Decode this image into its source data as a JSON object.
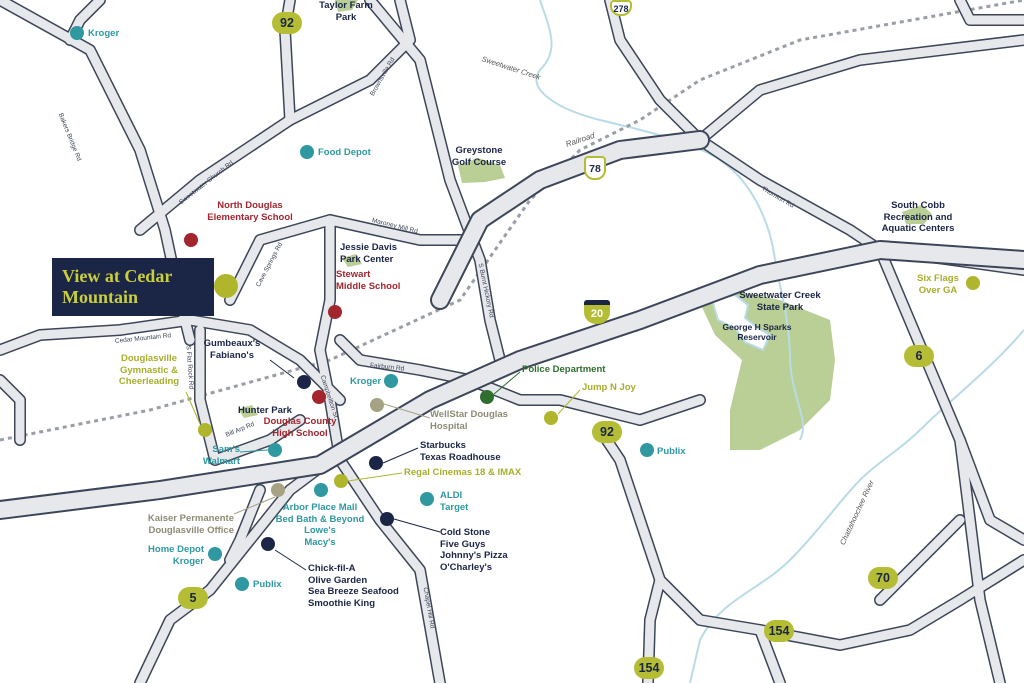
{
  "brand_colors": {
    "navy": "#1b2545",
    "teal": "#2f98a0",
    "red": "#a3262e",
    "lime": "#afb62c",
    "park": "#b9cf95",
    "water": "#b9dbe6"
  },
  "hero": {
    "line1": "View at Cedar",
    "line2": "Mountain"
  },
  "highways": {
    "i20": "20",
    "us78": "78",
    "us278": "278",
    "h92_top": "92",
    "h92_mid": "92",
    "h6": "6",
    "h5": "5",
    "h70": "70",
    "h154_a": "154",
    "h154_b": "154"
  },
  "roads": {
    "bakers_bridge": "Bakers Bridge Rd",
    "sweetwater_church": "Sweetwater Church Rd",
    "brownsville": "Brownsville Rd",
    "cave_springs": "Cave Springs Rd",
    "maroney_mill": "Maroney Mill Rd",
    "cedar_mountain": "Cedar Mountain Rd",
    "flat_rock": "S Flat Rock Rd",
    "bill_arp": "Bill Arp Rd",
    "campbellton": "Campbellton St",
    "fairburn": "Fairburn Rd",
    "s_burnt_hickory": "S Burnt Hickory Rd",
    "thornton": "Thornton Rd",
    "chapel_hill": "Chapel Hill Rd",
    "railroad": "Railroad",
    "sweetwater_creek": "Sweetwater Creek",
    "chattahoochee": "Chattahoochee River"
  },
  "places": {
    "kroger_nw": "Kroger",
    "taylor_farm": [
      "Taylor Farm",
      "Park"
    ],
    "food_depot": "Food Depot",
    "greystone": [
      "Greystone",
      "Golf Course"
    ],
    "north_douglas": [
      "North Douglas",
      "Elementary School"
    ],
    "jessie_davis": [
      "Jessie Davis",
      "Park Center"
    ],
    "stewart": [
      "Stewart",
      "Middle School"
    ],
    "south_cobb": [
      "South Cobb",
      "Recreation and",
      "Aquatic Centers"
    ],
    "six_flags": [
      "Six Flags",
      "Over GA"
    ],
    "sweetwater_park": [
      "Sweetwater Creek",
      "State Park"
    ],
    "sparks": [
      "George H Sparks",
      "Reservoir"
    ],
    "gumbeaux": [
      "Gumbeaux's",
      "Fabiano's"
    ],
    "gymnastic": [
      "Douglasville",
      "Gymnastic &",
      "Cheerleading"
    ],
    "kroger_c": "Kroger",
    "police": "Police Department",
    "jump": "Jump N Joy",
    "hunter": "Hunter Park",
    "douglas_county": [
      "Douglas County",
      "High School"
    ],
    "wellstar": [
      "WellStar Douglas",
      "Hospital"
    ],
    "sams": [
      "Sam's",
      "Walmart"
    ],
    "starbucks": [
      "Starbucks",
      "Texas Roadhouse"
    ],
    "publix_e": "Publix",
    "regal": "Regal Cinemas 18 & IMAX",
    "kaiser": [
      "Kaiser Permanente",
      "Douglasville Office"
    ],
    "arbor": [
      "Arbor Place Mall",
      "Bed Bath & Beyond",
      "Lowe's",
      "Macy's"
    ],
    "aldi": [
      "ALDI",
      "Target"
    ],
    "cold_stone": [
      "Cold Stone",
      "Five Guys",
      "Johnny's Pizza",
      "O'Charley's"
    ],
    "home_depot": [
      "Home Depot",
      "Kroger"
    ],
    "chickfila": [
      "Chick-fil-A",
      "Olive Garden",
      "Sea Breeze Seafood",
      "Smoothie King"
    ],
    "publix_sw": "Publix"
  }
}
